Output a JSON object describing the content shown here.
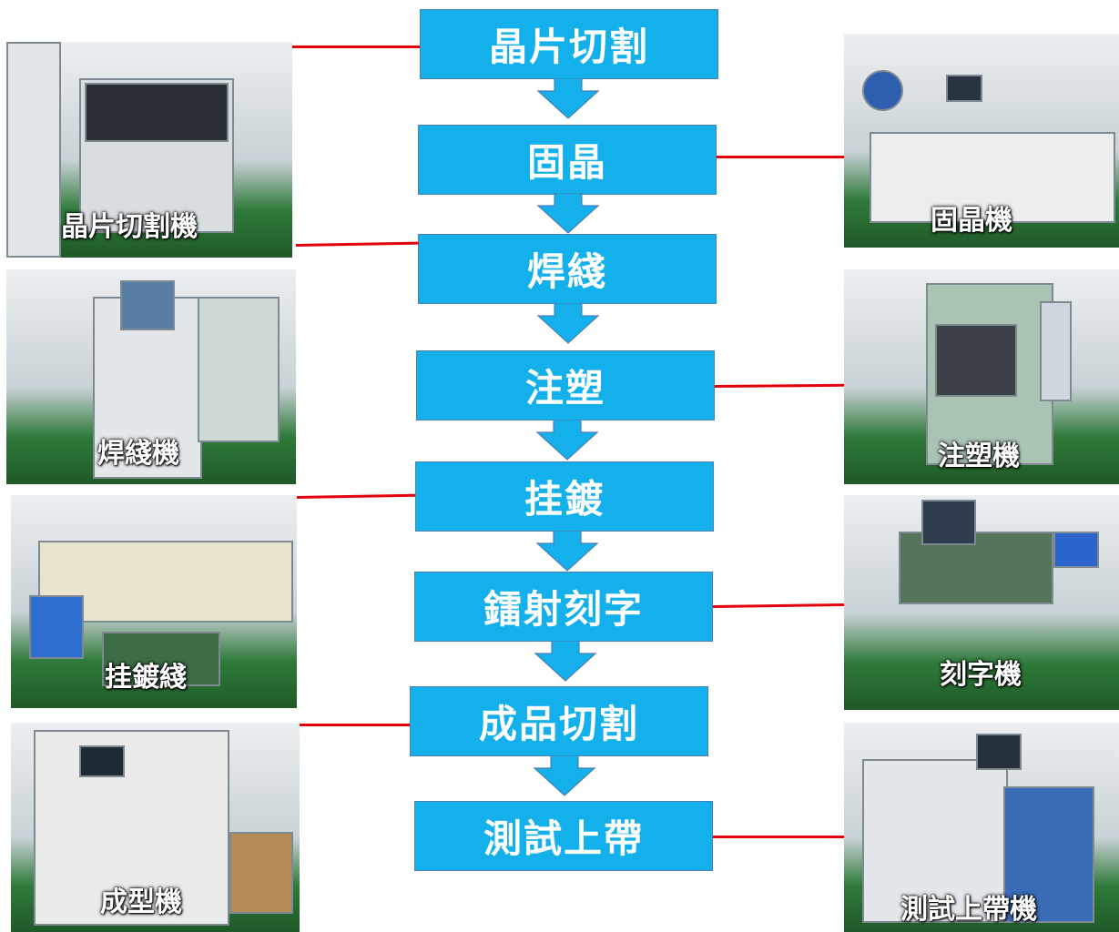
{
  "steps": [
    "晶片切割",
    "固晶",
    "焊綫",
    "注塑",
    "挂鍍",
    "鐳射刻字",
    "成品切割",
    "測試上帶"
  ],
  "photos_left": [
    "晶片切割機",
    "焊綫機",
    "挂鍍綫",
    "成型機"
  ],
  "photos_right": [
    "固晶機",
    "注塑機",
    "刻字機",
    "測試上帶機"
  ],
  "colors": {
    "step_fill": "#14b0ec",
    "arrow": "#14b0ec",
    "connector": "#e3000b",
    "label_text": "#ffffff"
  }
}
